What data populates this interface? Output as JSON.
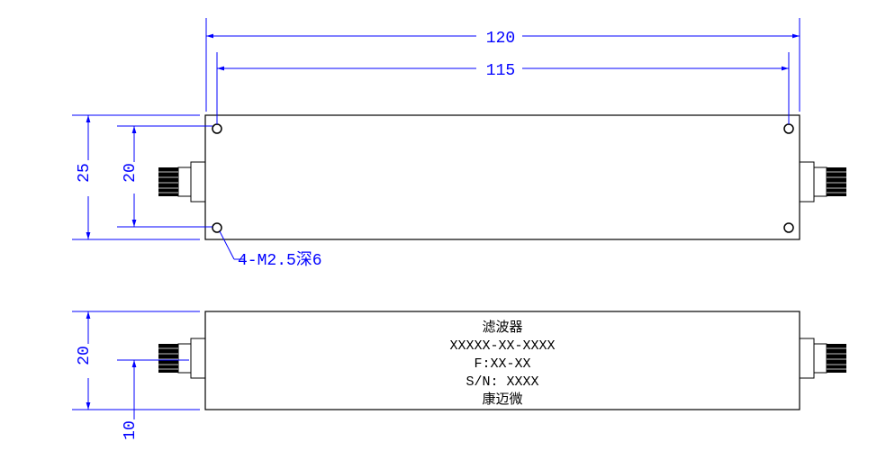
{
  "colors": {
    "dimension": "#0000ff",
    "outline": "#000000",
    "background": "#ffffff"
  },
  "dimensions": {
    "overall_length": "120",
    "hole_spacing_length": "115",
    "body_width": "25",
    "hole_spacing_width": "20",
    "side_height": "20",
    "connector_center_height": "10",
    "hole_callout": "4-M2.5深6"
  },
  "label": {
    "product": "滤波器",
    "model": "XXXXX-XX-XXXX",
    "frequency": "F:XX-XX",
    "serial": "S/N: XXXX",
    "brand": "康迈微"
  }
}
